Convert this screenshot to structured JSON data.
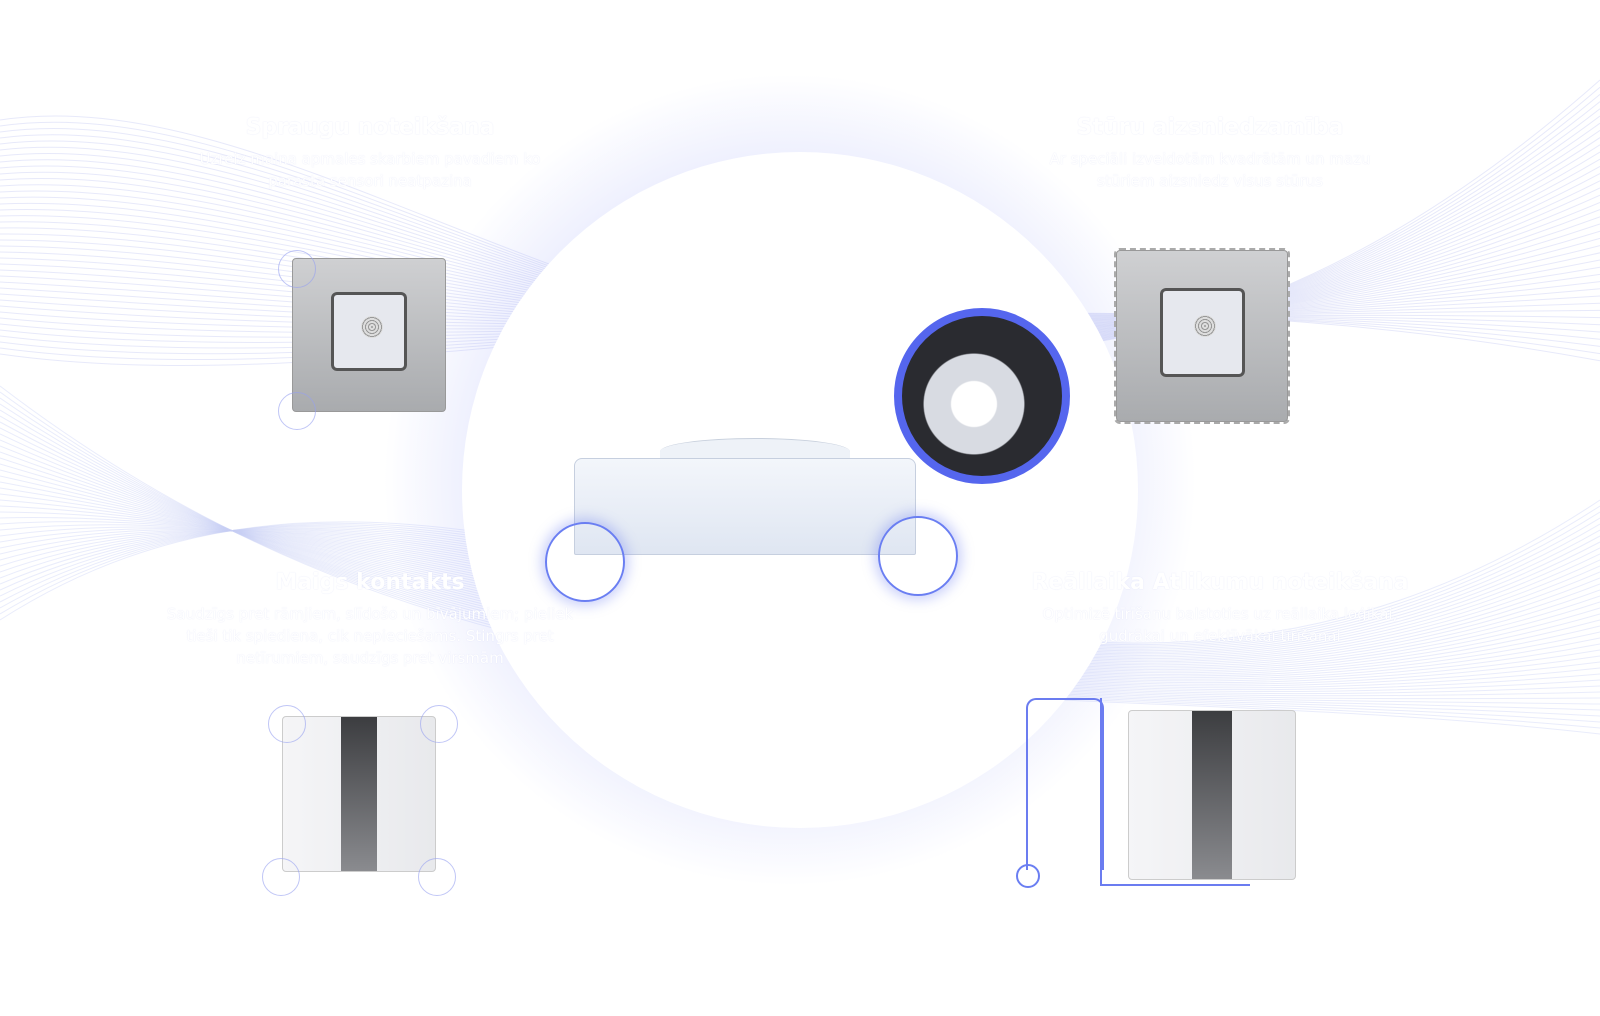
{
  "features": [
    {
      "title": "Spraugu noteikšana",
      "text": "Uzreiz maina apmales skarbiem pavadiem ko parasta sensori neatpazina"
    },
    {
      "title": "Stūru aizsniedzamība",
      "text": "Ar speciāli izveidotām kvadrātām un mazu stūriem aizsniedz visus stūrus"
    },
    {
      "title": "Maigs kontakts",
      "text": "Saudzīgs pret rāmjiem, slīdošo un bīvājumiem; pieliek tieši tik spiediena, cik nepieciešams. Stingrs pret netīrumiem, saudzīgs pret virsmām"
    },
    {
      "title": "Reāllaika Atlikumu noteikšana",
      "text": "Optimizē tīrīšanu balstoties uz reāllaika loģikai, gudrākai un efektīvākai tīrīšanai"
    }
  ],
  "colors": {
    "accent": "#5566ee",
    "glow": "#6b7cf0"
  }
}
